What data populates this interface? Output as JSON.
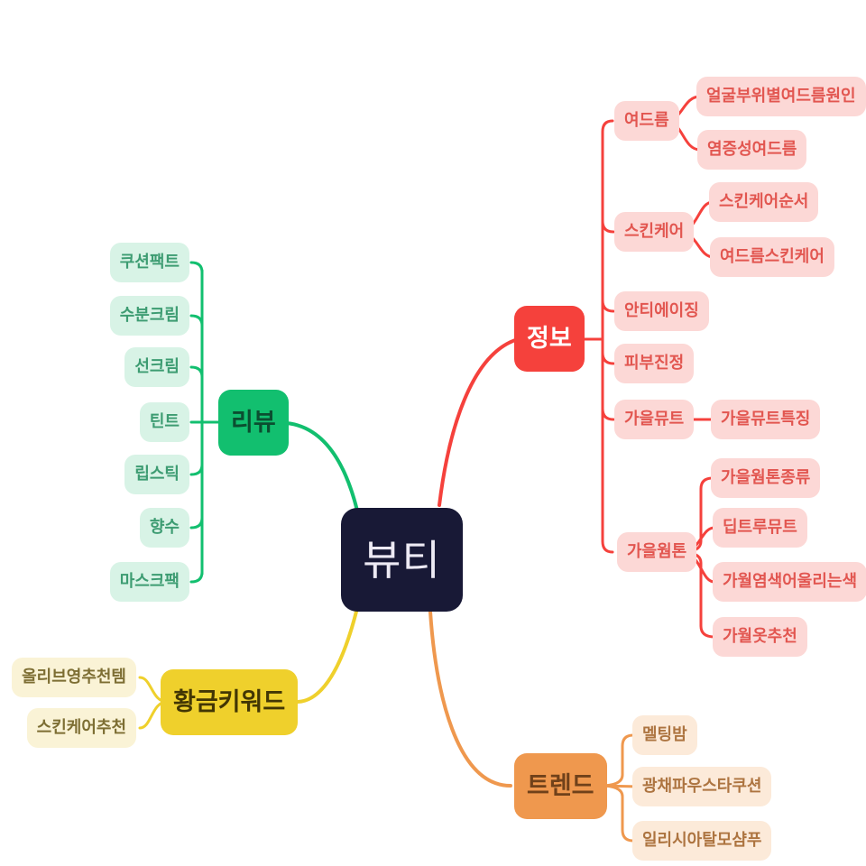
{
  "diagram_type": "mindmap",
  "center": {
    "label": "뷰티"
  },
  "colors": {
    "background": "#ffffff",
    "center_bg": "#181936",
    "center_text": "#edeaf4",
    "review_main": "#12bf6f",
    "review_child_bg": "#d8f3e6",
    "review_child_text": "#3d9c72",
    "info_main": "#f5413c",
    "info_child_bg": "#fcd8d6",
    "info_child_text": "#e25650",
    "gold_main": "#efd02c",
    "gold_child_bg": "#faf3d6",
    "gold_child_text": "#7d6e33",
    "trend_main": "#ef984e",
    "trend_child_bg": "#fcead9",
    "trend_child_text": "#ad7440"
  },
  "branches": {
    "review": {
      "label": "리뷰",
      "children": [
        {
          "label": "쿠션팩트"
        },
        {
          "label": "수분크림"
        },
        {
          "label": "선크림"
        },
        {
          "label": "틴트"
        },
        {
          "label": "립스틱"
        },
        {
          "label": "향수"
        },
        {
          "label": "마스크팩"
        }
      ]
    },
    "info": {
      "label": "정보",
      "children": [
        {
          "label": "여드름",
          "children": [
            {
              "label": "얼굴부위별여드름원인"
            },
            {
              "label": "염증성여드름"
            }
          ]
        },
        {
          "label": "스킨케어",
          "children": [
            {
              "label": "스킨케어순서"
            },
            {
              "label": "여드름스킨케어"
            }
          ]
        },
        {
          "label": "안티에이징",
          "children": []
        },
        {
          "label": "피부진정",
          "children": []
        },
        {
          "label": "가을뮤트",
          "children": [
            {
              "label": "가을뮤트특징"
            }
          ]
        },
        {
          "label": "가을웜톤",
          "children": [
            {
              "label": "가을웜톤종류"
            },
            {
              "label": "딥트루뮤트"
            },
            {
              "label": "가월염색어울리는색"
            },
            {
              "label": "가월옷추천"
            }
          ]
        }
      ]
    },
    "gold": {
      "label": "황금키워드",
      "children": [
        {
          "label": "올리브영추천템"
        },
        {
          "label": "스킨케어추천"
        }
      ]
    },
    "trend": {
      "label": "트렌드",
      "children": [
        {
          "label": "멜팅밤"
        },
        {
          "label": "광채파우스타쿠션"
        },
        {
          "label": "일리시아탈모샴푸"
        }
      ]
    }
  }
}
